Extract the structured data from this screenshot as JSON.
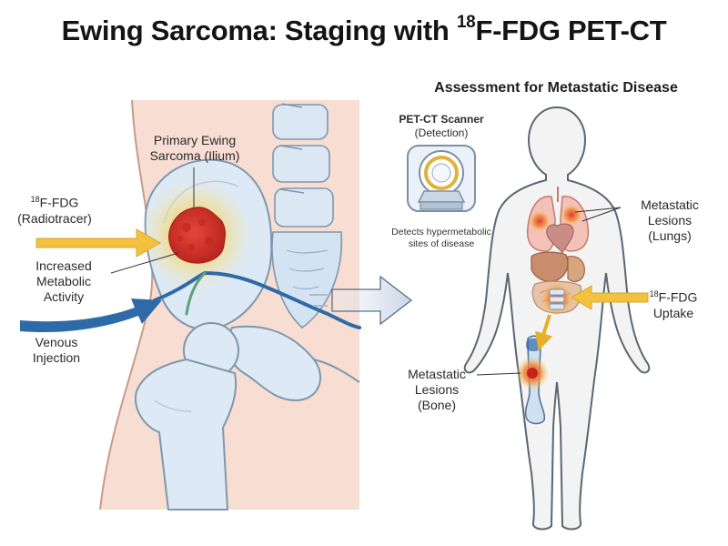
{
  "title": {
    "prefix": "Ewing Sarcoma: Staging with ",
    "sup": "18",
    "suffix": "F-FDG PET-CT"
  },
  "right_heading": "Assessment for Metastatic Disease",
  "left_labels": {
    "primary_line1": "Primary Ewing",
    "primary_line2": "Sarcoma (Ilium)",
    "tracer_sup": "18",
    "tracer_rest": "F-FDG",
    "tracer_line2": "(Radiotracer)",
    "increased_line1": "Increased",
    "increased_line2": "Metabolic",
    "increased_line3": "Activity",
    "venous_line1": "Venous",
    "venous_line2": "Injection"
  },
  "scanner": {
    "title": "PET-CT Scanner",
    "subtitle": "(Detection)",
    "caption_line1": "Detects hypermetabolic",
    "caption_line2": "sites of disease"
  },
  "right_labels": {
    "lungs_line1": "Metastatic",
    "lungs_line2": "Lesions",
    "lungs_line3": "(Lungs)",
    "uptake_sup": "18",
    "uptake_rest": "F-FDG",
    "uptake_line2": "Uptake",
    "bone_line1": "Metastatic",
    "bone_line2": "Lesions",
    "bone_line3": "(Bone)"
  },
  "colors": {
    "skin": "#f6dcd0",
    "bone": "#dce9f5",
    "bone_outline": "#7f97ad",
    "tumor": "#d9332b",
    "glow": "#f7c94a",
    "vessel": "#2f6aa8",
    "tracer_arrow": "#f0c23c"
  }
}
